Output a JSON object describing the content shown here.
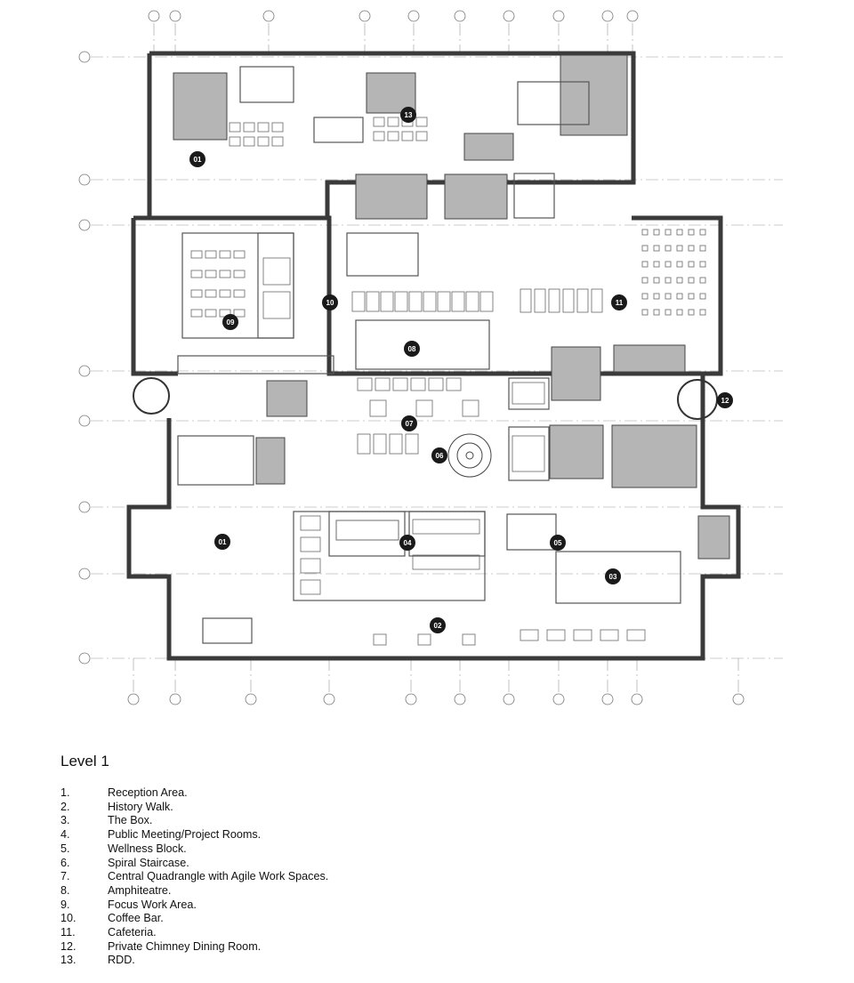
{
  "legend": {
    "title": "Level 1",
    "items": [
      {
        "num": "1.",
        "label": "Reception Area."
      },
      {
        "num": "2.",
        "label": "History Walk."
      },
      {
        "num": "3.",
        "label": "The Box."
      },
      {
        "num": "4.",
        "label": "Public Meeting/Project Rooms."
      },
      {
        "num": "5.",
        "label": "Wellness Block."
      },
      {
        "num": "6.",
        "label": "Spiral Staircase."
      },
      {
        "num": "7.",
        "label": "Central Quadrangle with Agile Work Spaces."
      },
      {
        "num": "8.",
        "label": "Amphiteatre."
      },
      {
        "num": "9.",
        "label": "Focus Work Area."
      },
      {
        "num": "10.",
        "label": "Coffee Bar."
      },
      {
        "num": "11.",
        "label": "Cafeteria."
      },
      {
        "num": "12.",
        "label": "Private Chimney Dining Room."
      },
      {
        "num": "13.",
        "label": "RDD."
      }
    ]
  },
  "plan_markers": [
    "01",
    "01",
    "02",
    "03",
    "04",
    "05",
    "06",
    "07",
    "08",
    "09",
    "10",
    "11",
    "12",
    "13"
  ],
  "colors": {
    "wall": "#3a3a3a",
    "shade": "#a8a8a8",
    "grid": "#9a9a9a",
    "marker": "#1a1a1a"
  }
}
